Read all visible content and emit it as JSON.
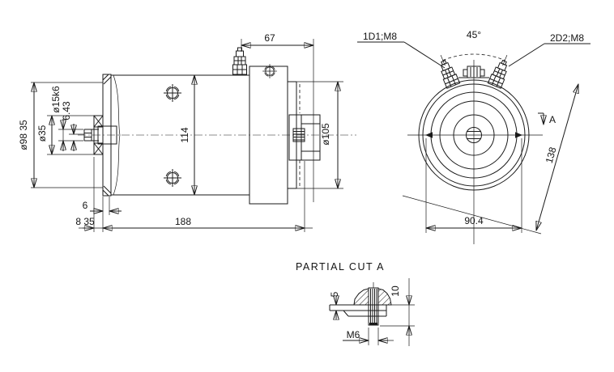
{
  "colors": {
    "line": "#1a1a1a",
    "background": "#ffffff"
  },
  "drawing": {
    "side_view": {
      "dim_terminal_to_rear": "67",
      "dim_body_height": "114",
      "dim_total_length": "188",
      "dim_shaft_step": "8 35",
      "dim_flange_thickness": "6",
      "dim_pilot_diameter": "ø98 35",
      "dim_hub_diameter": "ø35",
      "dim_shaft_diameter": "ø15k6",
      "dim_key_height": "6.43",
      "dim_rear_diameter": "ø105"
    },
    "front_view": {
      "label_terminal_left": "1D1;M8",
      "label_terminal_right": "2D2;M8",
      "dim_terminal_angle": "45°",
      "dim_bolt_span": "90.4",
      "dim_diagonal": "138",
      "section_label": "A"
    },
    "partial_cut": {
      "title": "PARTIAL CUT A",
      "dim_plate_thickness": "5",
      "dim_boss_height": "10",
      "label_thread": "M6"
    }
  }
}
